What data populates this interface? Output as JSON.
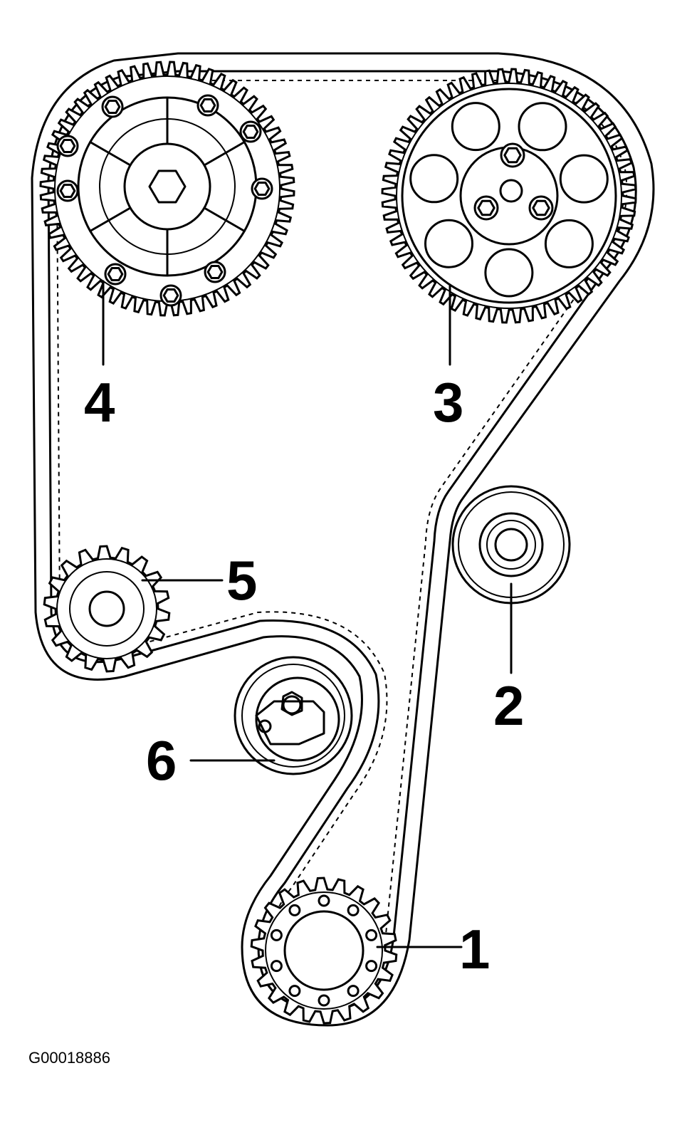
{
  "figure_id": "G00018886",
  "callouts": [
    {
      "key": "crankshaft",
      "label": "1"
    },
    {
      "key": "idler_right",
      "label": "2"
    },
    {
      "key": "camshaft_right",
      "label": "3"
    },
    {
      "key": "camshaft_left",
      "label": "4"
    },
    {
      "key": "pulley_small",
      "label": "5"
    },
    {
      "key": "tensioner",
      "label": "6"
    }
  ],
  "colors": {
    "ink": "#000000",
    "paper": "#ffffff"
  }
}
